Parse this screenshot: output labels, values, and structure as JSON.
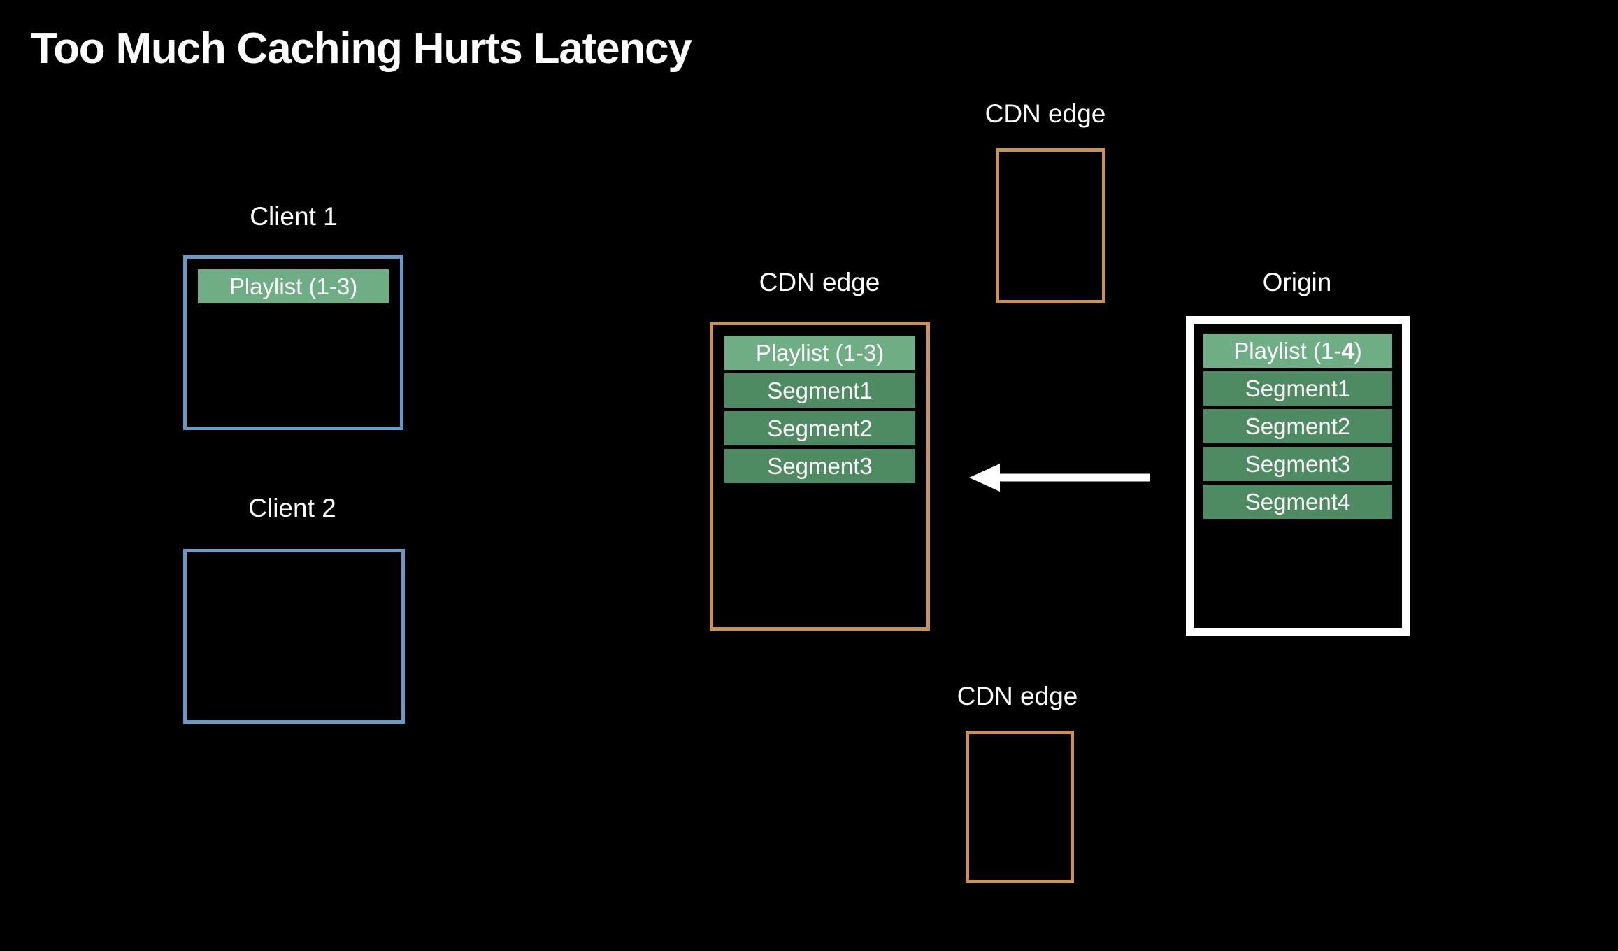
{
  "slide": {
    "title": "Too Much Caching Hurts Latency",
    "background_color": "#000000",
    "text_color": "#ffffff"
  },
  "palette": {
    "client_border": "#6a9bc8",
    "edge_border": "#c89354",
    "origin_border": "#ffffff",
    "playlist_chip": "#6fae84",
    "segment_chip": "#4e8b62",
    "arrow": "#ffffff"
  },
  "nodes": {
    "client1": {
      "label": "Client 1",
      "kind": "client",
      "items": [
        {
          "type": "playlist",
          "text": "Playlist (1-3)"
        }
      ]
    },
    "client2": {
      "label": "Client 2",
      "kind": "client",
      "items": []
    },
    "cdn_edge_top": {
      "label": "CDN edge",
      "kind": "edge",
      "items": []
    },
    "cdn_edge_middle": {
      "label": "CDN edge",
      "kind": "edge",
      "items": [
        {
          "type": "playlist",
          "text": "Playlist (1-3)"
        },
        {
          "type": "segment",
          "text": "Segment1"
        },
        {
          "type": "segment",
          "text": "Segment2"
        },
        {
          "type": "segment",
          "text": "Segment3"
        }
      ]
    },
    "cdn_edge_bottom": {
      "label": "CDN edge",
      "kind": "edge",
      "items": []
    },
    "origin": {
      "label": "Origin",
      "kind": "origin",
      "playlist_prefix": "Playlist (1-",
      "playlist_emphasis": "4",
      "playlist_suffix": ")",
      "items": [
        {
          "type": "playlist",
          "text": "Playlist (1-4)"
        },
        {
          "type": "segment",
          "text": "Segment1"
        },
        {
          "type": "segment",
          "text": "Segment2"
        },
        {
          "type": "segment",
          "text": "Segment3"
        },
        {
          "type": "segment",
          "text": "Segment4"
        }
      ]
    }
  },
  "connections": [
    {
      "name": "origin-to-cdn-edge-middle",
      "from": "origin",
      "to": "cdn_edge_middle",
      "direction": "left",
      "color": "#ffffff"
    }
  ]
}
